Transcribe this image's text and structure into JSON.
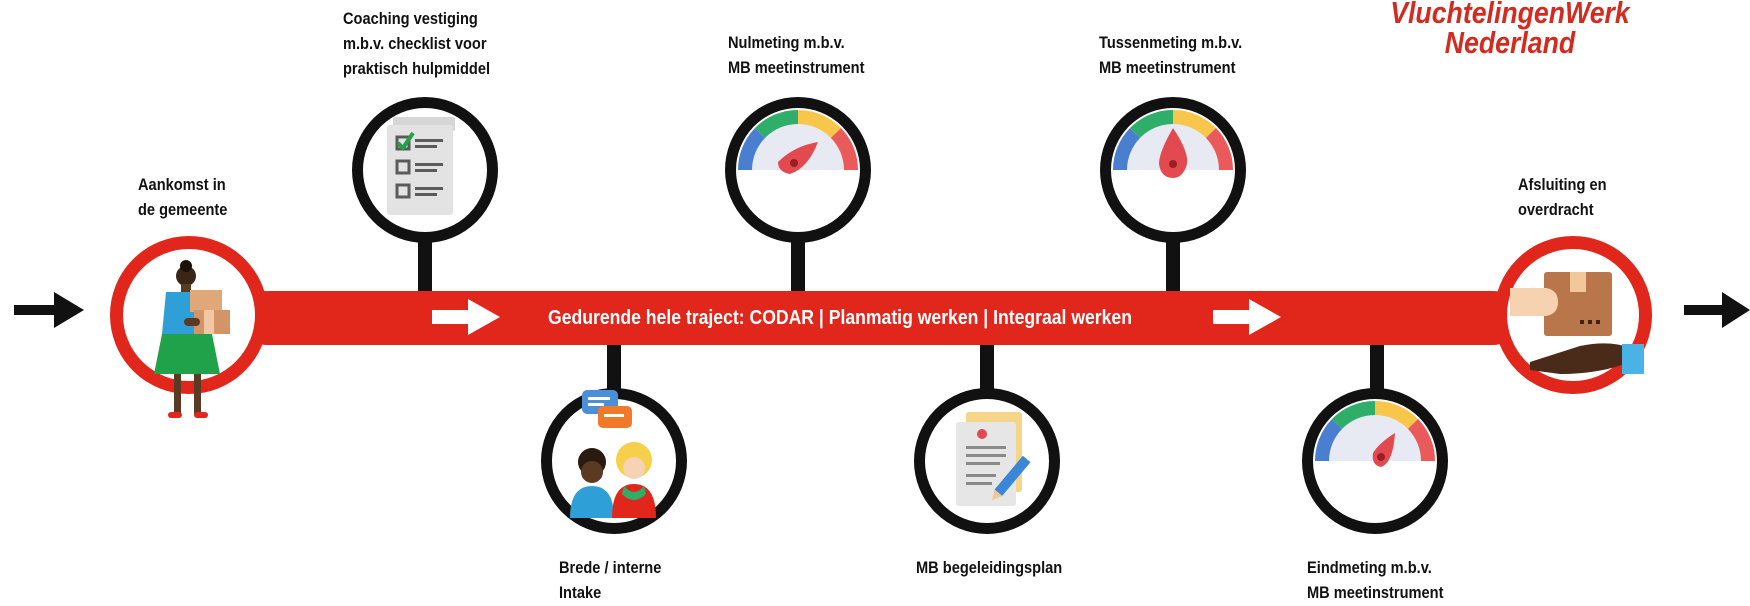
{
  "brand": {
    "line1": "VluchtelingenWerk",
    "line2": "Nederland"
  },
  "timeline": {
    "bar_text": "Gedurende hele traject: CODAR | Planmatig werken | Integraal werken"
  },
  "steps": {
    "arrival": {
      "line1": "Aankomst in",
      "line2": "de gemeente"
    },
    "coaching": {
      "line1": "Coaching vestiging",
      "line2": "m.b.v. checklist voor",
      "line3": "praktisch hulpmiddel"
    },
    "intake": {
      "line1": "Brede / interne",
      "line2": "Intake"
    },
    "baseline": {
      "line1": "Nulmeting m.b.v.",
      "line2": "MB meetinstrument"
    },
    "plan": {
      "line1": "MB begeleidingsplan"
    },
    "interim": {
      "line1": "Tussenmeting m.b.v.",
      "line2": "MB meetinstrument"
    },
    "final": {
      "line1": "Eindmeting m.b.v.",
      "line2": "MB meetinstrument"
    },
    "closure": {
      "line1": "Afsluiting en",
      "line2": "overdracht"
    }
  },
  "icons": {
    "arrival": "person-with-boxes-icon",
    "coaching": "checklist-icon",
    "intake": "conversation-people-icon",
    "baseline": "gauge-meter-icon",
    "plan": "document-with-pen-icon",
    "interim": "gauge-meter-icon",
    "final": "gauge-meter-icon",
    "closure": "handover-box-icon"
  },
  "colors": {
    "accent_red": "#e1261c",
    "brand_red": "#d42a1f",
    "line_black": "#111111",
    "gauge_blue": "#4a7fd0",
    "gauge_green": "#2fae6a",
    "gauge_yellow": "#f7c64a",
    "gauge_red": "#ea5a5a"
  }
}
